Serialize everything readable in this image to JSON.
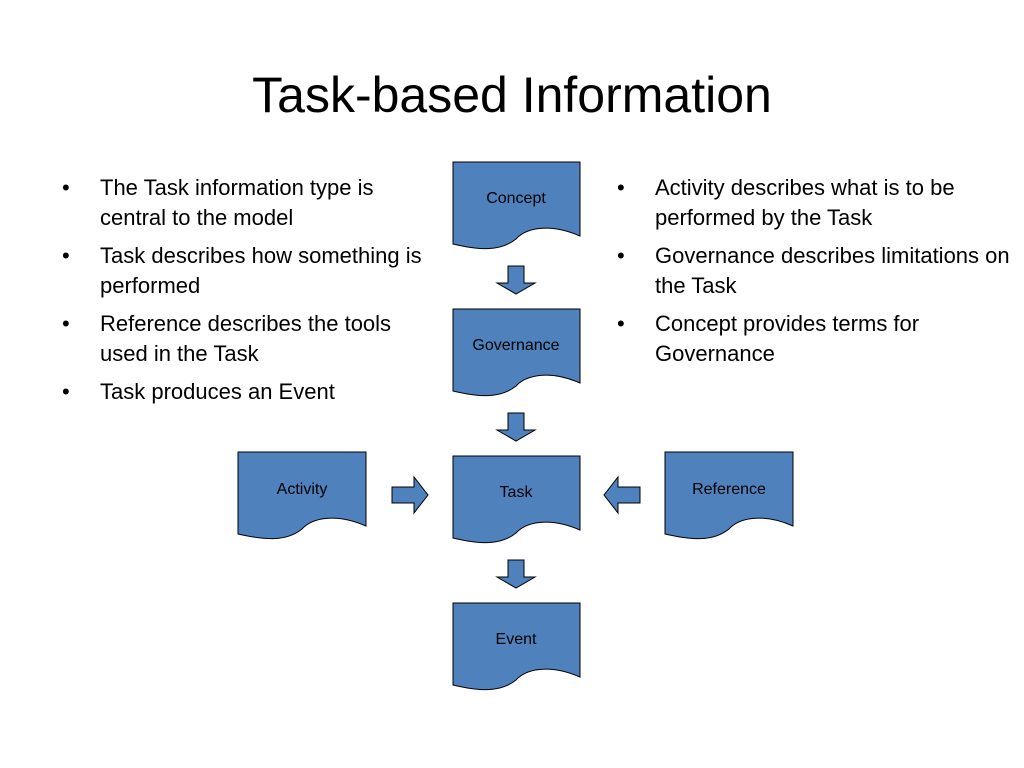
{
  "title": "Task-based Information",
  "left_bullets": [
    "The Task information type is central to the model",
    "Task describes how something is performed",
    "Reference describes the tools used in the Task",
    "Task produces an Event"
  ],
  "right_bullets": [
    "Activity describes what is to be performed by the Task",
    "Governance describes limitations on the Task",
    "Concept provides terms for Governance"
  ],
  "diagram": {
    "nodes": {
      "concept": "Concept",
      "governance": "Governance",
      "task": "Task",
      "activity": "Activity",
      "reference": "Reference",
      "event": "Event"
    },
    "fill_color": "#4F81BD",
    "stroke_color": "#000000"
  }
}
